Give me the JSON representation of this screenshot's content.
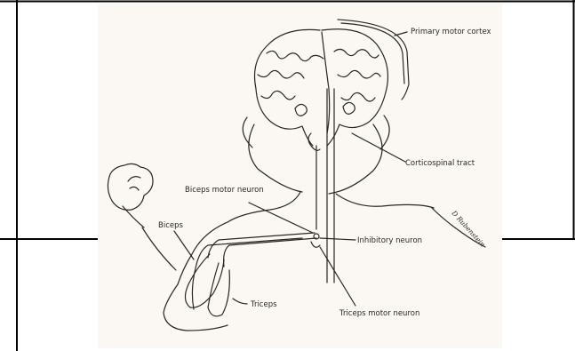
{
  "figure": {
    "labels": {
      "primary_motor_cortex": "Primary motor cortex",
      "corticospinal_tract": "Corticospinal tract",
      "biceps_motor_neuron": "Biceps motor neuron",
      "biceps": "Biceps",
      "inhibitory_neuron": "Inhibitory neuron",
      "triceps": "Triceps",
      "triceps_motor_neuron": "Triceps motor neuron",
      "artist_signature": "D Rubenstein"
    },
    "colors": {
      "paper": "#fbf8f3",
      "ink": "#2a2622",
      "frame": "#000000"
    }
  }
}
